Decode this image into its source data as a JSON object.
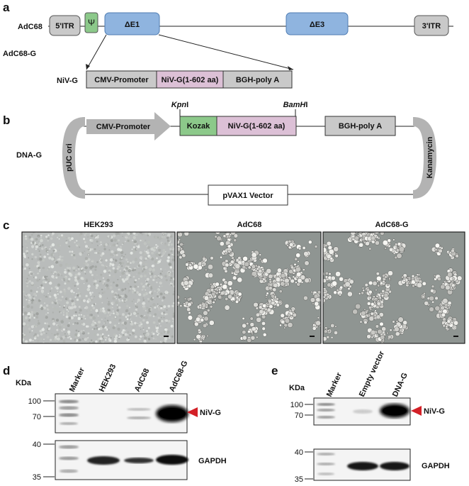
{
  "panels": {
    "a": {
      "letter": "a",
      "genome_label": "AdC68",
      "sub_label": "AdC68-G",
      "cassette_label": "NiV-G",
      "elements": {
        "itr5": "5'ITR",
        "psi": "Ψ",
        "e1": "ΔE1",
        "e3": "ΔE3",
        "itr3": "3'ITR"
      },
      "cassette": {
        "promoter": "CMV-Promoter",
        "gene": "NiV-G(1-602 aa)",
        "polya": "BGH-poly A"
      }
    },
    "b": {
      "letter": "b",
      "construct_label": "DNA-G",
      "promoter": "CMV-Promoter",
      "kozak": "Kozak",
      "gene": "NiV-G(1-602 aa)",
      "polya": "BGH-poly A",
      "site1_italic": "Kpn",
      "site1_rest": "I",
      "site2_italic": "BamH",
      "site2_rest": "I",
      "ori": "pUC ori",
      "resistance": "Kanamycin",
      "vector": "pVAX1 Vector"
    },
    "c": {
      "letter": "c",
      "images": [
        {
          "title": "HEK293"
        },
        {
          "title": "AdC68"
        },
        {
          "title": "AdC68-G"
        }
      ]
    },
    "d": {
      "letter": "d",
      "kda_label": "KDa",
      "lanes": [
        "Marker",
        "HEK293",
        "AdC68",
        "AdC68-G"
      ],
      "top_markers": [
        "100",
        "70"
      ],
      "bottom_markers": [
        "40",
        "35"
      ],
      "top_band_label": "NiV-G",
      "bottom_band_label": "GAPDH"
    },
    "e": {
      "letter": "e",
      "kda_label": "KDa",
      "lanes": [
        "Marker",
        "Empty vector",
        "DNA-G"
      ],
      "top_markers": [
        "100",
        "70"
      ],
      "bottom_markers": [
        "40",
        "35"
      ],
      "top_band_label": "NiV-G",
      "bottom_band_label": "GAPDH"
    }
  },
  "colors": {
    "blue_box": "#8fb4df",
    "green_box": "#8cc98a",
    "pink_box": "#dcc0d6",
    "gray_box": "#c9c9c9",
    "arrow_gray": "#b3b3b3",
    "red_arrow": "#d32027"
  }
}
